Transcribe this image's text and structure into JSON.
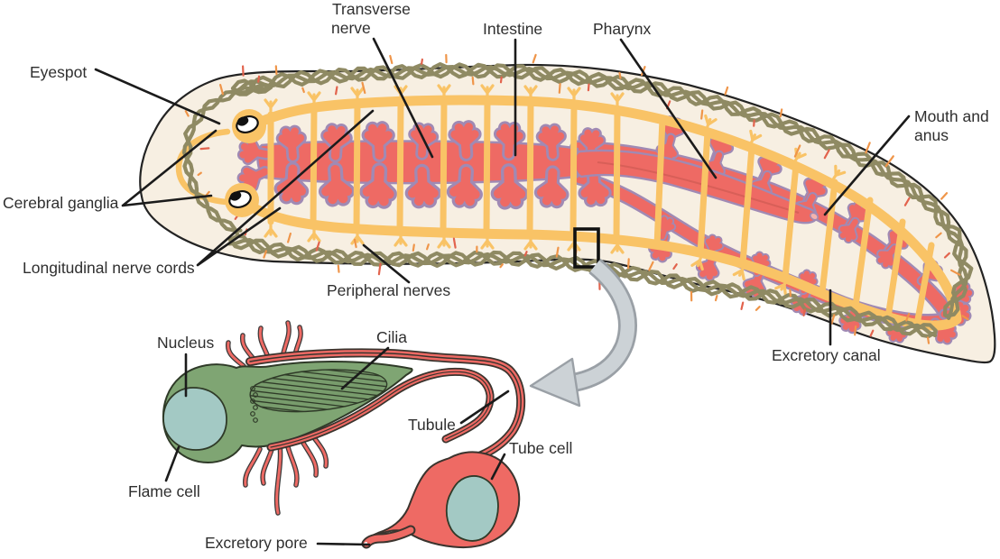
{
  "colors": {
    "background": "#ffffff",
    "body_fill": "#f7efe2",
    "body_outline": "#232323",
    "intestine": "#ee6a64",
    "intestine_outline": "#a08ab4",
    "nerve_orange": "#f9c366",
    "peripheral_olive": "#8f8a63",
    "tick_orange": "#ef9549",
    "tick_red": "#e2634d",
    "flame_green": "#7fa573",
    "cilia_green": "#789c6c",
    "nucleus_teal": "#a3c9c4",
    "detail_outline": "#2f3a28",
    "tubule_red": "#ee6a64",
    "tubule_wall": "#3a342e",
    "arrow_fill": "#ccd2d6",
    "arrow_edge": "#9aa0a6",
    "label_text": "#2f2f2f"
  },
  "labels": {
    "eyespot": {
      "text": "Eyespot"
    },
    "transverse_nerve": {
      "line1": "Transverse",
      "line2": "nerve"
    },
    "intestine": {
      "text": "Intestine"
    },
    "pharynx": {
      "text": "Pharynx"
    },
    "mouth_and_anus": {
      "line1": "Mouth and",
      "line2": "anus"
    },
    "cerebral_ganglia": {
      "text": "Cerebral ganglia"
    },
    "longitudinal_nerve_cords": {
      "text": "Longitudinal nerve cords"
    },
    "peripheral_nerves": {
      "text": "Peripheral nerves"
    },
    "excretory_canal": {
      "text": "Excretory canal"
    },
    "nucleus": {
      "text": "Nucleus"
    },
    "cilia": {
      "text": "Cilia"
    },
    "tubule": {
      "text": "Tubule"
    },
    "flame_cell": {
      "text": "Flame cell"
    },
    "tube_cell": {
      "text": "Tube cell"
    },
    "excretory_pore": {
      "text": "Excretory pore"
    }
  }
}
